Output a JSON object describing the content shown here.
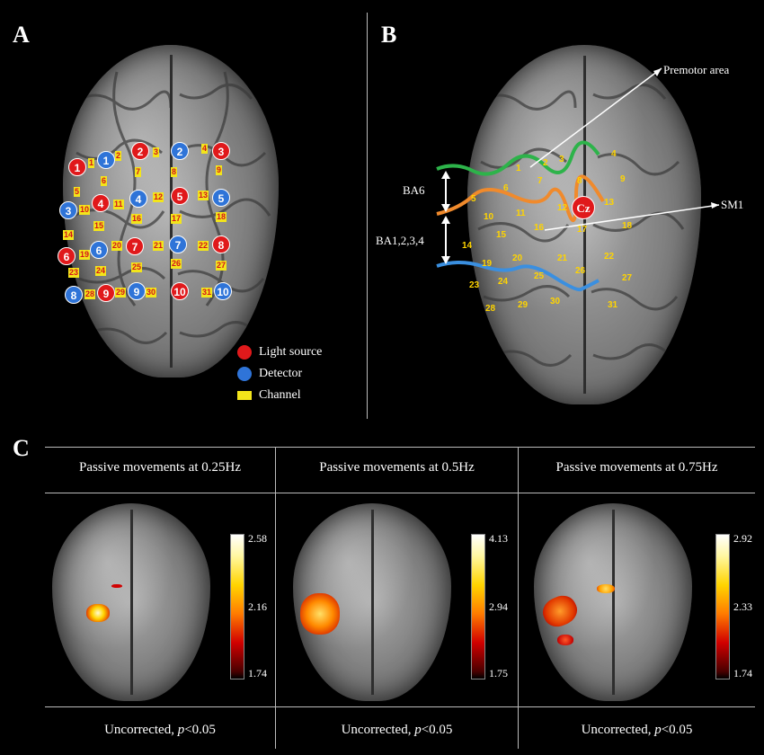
{
  "panels": {
    "a": {
      "label": "A"
    },
    "b": {
      "label": "B"
    },
    "c": {
      "label": "C"
    }
  },
  "legend": {
    "source": "Light source",
    "detector": "Detector",
    "channel": "Channel"
  },
  "colors": {
    "source": "#e0191b",
    "detector": "#2f74d8",
    "channel": "#f3e51b",
    "premotor_line": "#2db34a",
    "sm1_line": "#f08a2c",
    "ba_line": "#3a8fe0"
  },
  "panel_b": {
    "premotor": "Premotor area",
    "sm1": "SM1",
    "ba6": "BA6",
    "ba1234": "BA1,2,3,4",
    "cz": "Cz"
  },
  "sources": [
    "1",
    "2",
    "3",
    "4",
    "5",
    "6",
    "7",
    "8",
    "9",
    "10"
  ],
  "detectors": [
    "1",
    "2",
    "3",
    "4",
    "5",
    "6",
    "7",
    "8",
    "9",
    "10"
  ],
  "channels": [
    "1",
    "2",
    "3",
    "4",
    "5",
    "6",
    "7",
    "8",
    "9",
    "10",
    "11",
    "12",
    "13",
    "14",
    "15",
    "16",
    "17",
    "18",
    "19",
    "20",
    "21",
    "22",
    "23",
    "24",
    "25",
    "26",
    "27",
    "28",
    "29",
    "30",
    "31"
  ],
  "panel_c": [
    {
      "title": "Passive movements at 0.25Hz",
      "max": "2.58",
      "mid": "2.16",
      "min": "1.74",
      "footer_text": "Uncorrected, ",
      "footer_p": "p",
      "footer_thr": "<0.05"
    },
    {
      "title": "Passive movements at 0.5Hz",
      "max": "4.13",
      "mid": "2.94",
      "min": "1.75",
      "footer_text": "Uncorrected, ",
      "footer_p": "p",
      "footer_thr": "<0.05"
    },
    {
      "title": "Passive movements at 0.75Hz",
      "max": "2.92",
      "mid": "2.33",
      "min": "1.74",
      "footer_text": "Uncorrected, ",
      "footer_p": "p",
      "footer_thr": "<0.05"
    }
  ]
}
